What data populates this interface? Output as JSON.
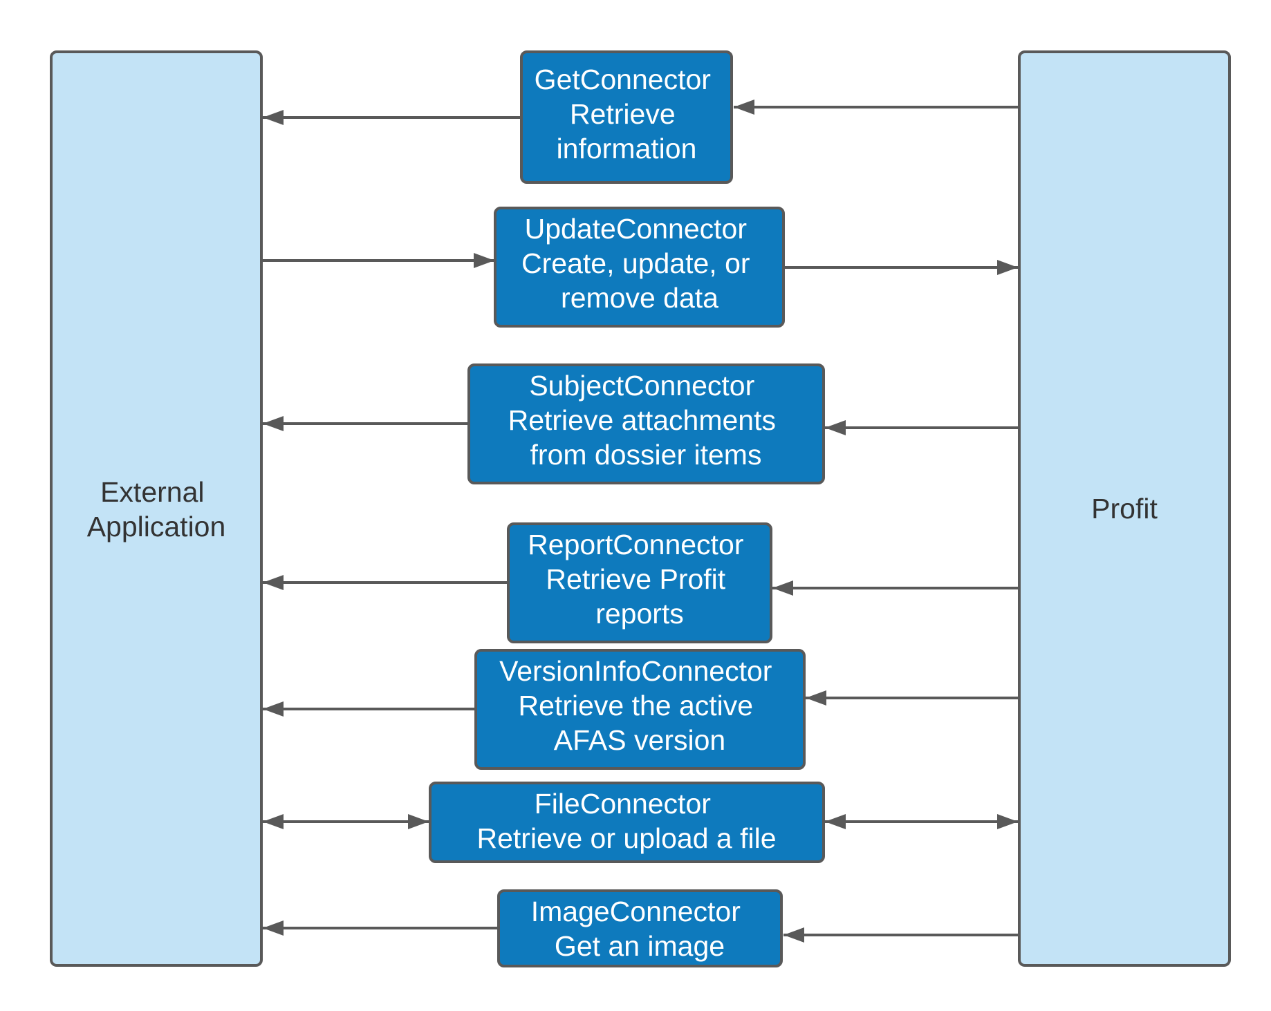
{
  "colors": {
    "column_fill": "#c3e3f6",
    "box_fill": "#0e7abd",
    "stroke": "#595959",
    "column_text": "#333333",
    "box_text": "#ffffff"
  },
  "columns": {
    "left": {
      "lines": [
        "External",
        "Application"
      ]
    },
    "right": {
      "lines": [
        "Profit"
      ]
    }
  },
  "connectors": [
    {
      "id": "get",
      "lines": [
        "GetConnector",
        "Retrieve",
        "information"
      ],
      "direction": "to-external"
    },
    {
      "id": "update",
      "lines": [
        "UpdateConnector",
        "Create, update, or",
        "remove data"
      ],
      "direction": "to-profit"
    },
    {
      "id": "subject",
      "lines": [
        "SubjectConnector",
        "Retrieve attachments",
        "from dossier items"
      ],
      "direction": "to-external"
    },
    {
      "id": "report",
      "lines": [
        "ReportConnector",
        "Retrieve Profit",
        "reports"
      ],
      "direction": "to-external"
    },
    {
      "id": "versioninfo",
      "lines": [
        "VersionInfoConnector",
        "Retrieve the active",
        "AFAS version"
      ],
      "direction": "to-external"
    },
    {
      "id": "file",
      "lines": [
        "FileConnector",
        "Retrieve or upload a file"
      ],
      "direction": "both"
    },
    {
      "id": "image",
      "lines": [
        "ImageConnector",
        "Get an image"
      ],
      "direction": "to-external"
    }
  ]
}
